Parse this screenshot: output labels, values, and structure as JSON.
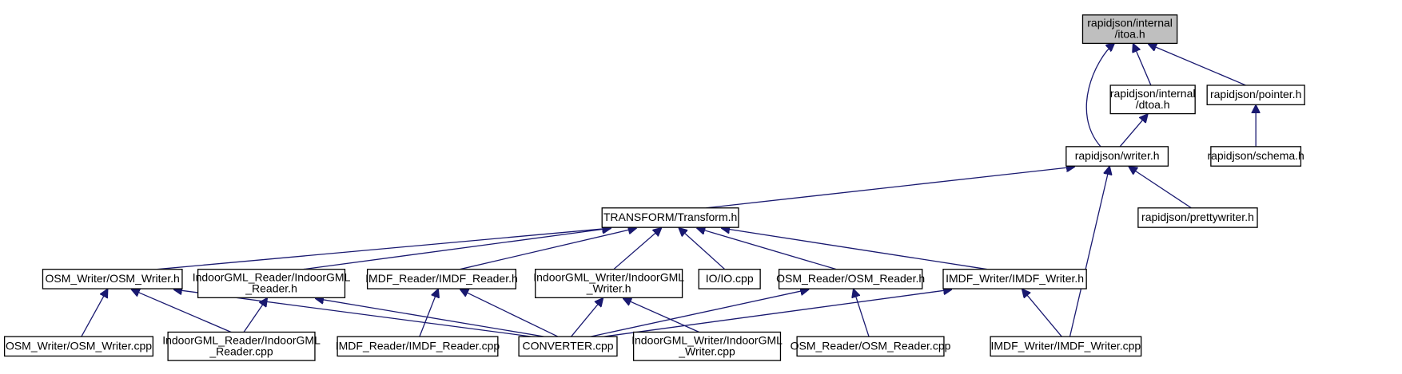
{
  "diagram": {
    "nodes": [
      {
        "id": "itoa",
        "lines": [
          "rapidjson/internal",
          "/itoa.h"
        ],
        "root": true
      },
      {
        "id": "dtoa",
        "lines": [
          "rapidjson/internal",
          "/dtoa.h"
        ]
      },
      {
        "id": "pointer",
        "lines": [
          "rapidjson/pointer.h"
        ]
      },
      {
        "id": "writer",
        "lines": [
          "rapidjson/writer.h"
        ]
      },
      {
        "id": "schema",
        "lines": [
          "rapidjson/schema.h"
        ]
      },
      {
        "id": "transform",
        "lines": [
          "TRANSFORM/Transform.h"
        ]
      },
      {
        "id": "prettywriter",
        "lines": [
          "rapidjson/prettywriter.h"
        ]
      },
      {
        "id": "osm_writer_h",
        "lines": [
          "OSM_Writer/OSM_Writer.h"
        ]
      },
      {
        "id": "igml_reader_h",
        "lines": [
          "IndoorGML_Reader/IndoorGML",
          "_Reader.h"
        ]
      },
      {
        "id": "imdf_reader_h",
        "lines": [
          "IMDF_Reader/IMDF_Reader.h"
        ]
      },
      {
        "id": "igml_writer_h",
        "lines": [
          "IndoorGML_Writer/IndoorGML",
          "_Writer.h"
        ]
      },
      {
        "id": "io_cpp",
        "lines": [
          "IO/IO.cpp"
        ]
      },
      {
        "id": "osm_reader_h",
        "lines": [
          "OSM_Reader/OSM_Reader.h"
        ]
      },
      {
        "id": "imdf_writer_h",
        "lines": [
          "IMDF_Writer/IMDF_Writer.h"
        ]
      },
      {
        "id": "osm_writer_cpp",
        "lines": [
          "OSM_Writer/OSM_Writer.cpp"
        ]
      },
      {
        "id": "igml_reader_cpp",
        "lines": [
          "IndoorGML_Reader/IndoorGML",
          "_Reader.cpp"
        ]
      },
      {
        "id": "imdf_reader_cpp",
        "lines": [
          "IMDF_Reader/IMDF_Reader.cpp"
        ]
      },
      {
        "id": "converter",
        "lines": [
          "CONVERTER.cpp"
        ]
      },
      {
        "id": "igml_writer_cpp",
        "lines": [
          "IndoorGML_Writer/IndoorGML",
          "_Writer.cpp"
        ]
      },
      {
        "id": "osm_reader_cpp",
        "lines": [
          "OSM_Reader/OSM_Reader.cpp"
        ]
      },
      {
        "id": "imdf_writer_cpp",
        "lines": [
          "IMDF_Writer/IMDF_Writer.cpp"
        ]
      }
    ],
    "edges": [
      {
        "from": "dtoa",
        "to": "itoa"
      },
      {
        "from": "writer",
        "to": "itoa"
      },
      {
        "from": "pointer",
        "to": "itoa"
      },
      {
        "from": "writer",
        "to": "dtoa"
      },
      {
        "from": "schema",
        "to": "pointer"
      },
      {
        "from": "transform",
        "to": "writer"
      },
      {
        "from": "prettywriter",
        "to": "writer"
      },
      {
        "from": "imdf_writer_cpp",
        "to": "writer"
      },
      {
        "from": "osm_writer_h",
        "to": "transform"
      },
      {
        "from": "igml_reader_h",
        "to": "transform"
      },
      {
        "from": "imdf_reader_h",
        "to": "transform"
      },
      {
        "from": "igml_writer_h",
        "to": "transform"
      },
      {
        "from": "io_cpp",
        "to": "transform"
      },
      {
        "from": "osm_reader_h",
        "to": "transform"
      },
      {
        "from": "imdf_writer_h",
        "to": "transform"
      },
      {
        "from": "osm_writer_cpp",
        "to": "osm_writer_h"
      },
      {
        "from": "igml_reader_cpp",
        "to": "osm_writer_h"
      },
      {
        "from": "converter",
        "to": "osm_writer_h"
      },
      {
        "from": "igml_reader_cpp",
        "to": "igml_reader_h"
      },
      {
        "from": "converter",
        "to": "igml_reader_h"
      },
      {
        "from": "imdf_reader_cpp",
        "to": "imdf_reader_h"
      },
      {
        "from": "converter",
        "to": "imdf_reader_h"
      },
      {
        "from": "converter",
        "to": "igml_writer_h"
      },
      {
        "from": "igml_writer_cpp",
        "to": "igml_writer_h"
      },
      {
        "from": "converter",
        "to": "osm_reader_h"
      },
      {
        "from": "osm_reader_cpp",
        "to": "osm_reader_h"
      },
      {
        "from": "converter",
        "to": "imdf_writer_h"
      },
      {
        "from": "imdf_writer_cpp",
        "to": "imdf_writer_h"
      }
    ],
    "colors": {
      "edge": "#191970",
      "root_fill": "#bfbfbf",
      "node_fill": "#ffffff",
      "node_stroke": "#000000"
    }
  }
}
